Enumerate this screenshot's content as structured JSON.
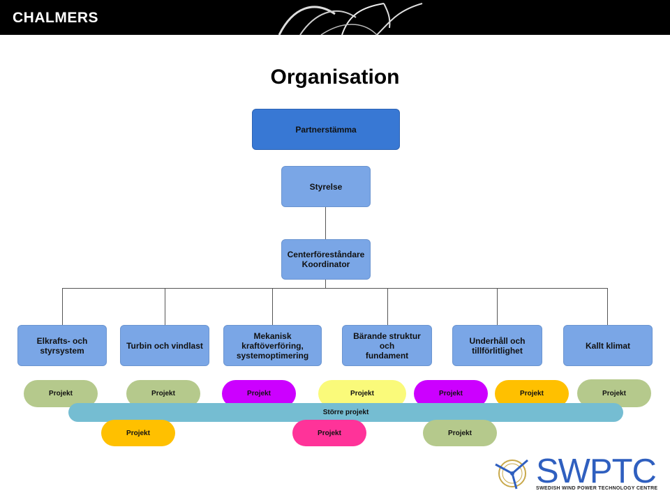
{
  "header": {
    "logo": "CHALMERS"
  },
  "title": "Organisation",
  "org": {
    "top": "Partnerstämma",
    "board": "Styrelse",
    "director": "Centerföreståndare\nKoordinator",
    "areas": [
      "Elkrafts- och\nstyrsystem",
      "Turbin och vindlast",
      "Mekanisk\nkraftöverföring,\nsystemoptimering",
      "Bärande struktur och\nfundament",
      "Underhåll och\ntillförlitlighet",
      "Kallt klimat"
    ]
  },
  "projects": {
    "row1": [
      {
        "label": "Projekt",
        "color": "#b5c98c"
      },
      {
        "label": "Projekt",
        "color": "#b5c98c"
      },
      {
        "label": "Projekt",
        "color": "#cc00ff"
      },
      {
        "label": "Projekt",
        "color": "#fafa7a"
      },
      {
        "label": "Projekt",
        "color": "#cc00ff"
      },
      {
        "label": "Projekt",
        "color": "#ffc000"
      },
      {
        "label": "Projekt",
        "color": "#b5c98c"
      }
    ],
    "large": {
      "label": "Större projekt",
      "color": "#75bdd2"
    },
    "row2": [
      {
        "label": "Projekt",
        "color": "#ffc000"
      },
      {
        "label": "Projekt",
        "color": "#ff3399"
      },
      {
        "label": "Projekt",
        "color": "#b5c98c"
      }
    ]
  },
  "footer": {
    "logo": "SWPTC",
    "logo_subtitle": "SWEDISH WIND POWER TECHNOLOGY CENTRE"
  },
  "colors": {
    "dark_box": "#3878d4",
    "light_box": "#7aa6e6",
    "logo_blue": "#2f5fbf"
  }
}
